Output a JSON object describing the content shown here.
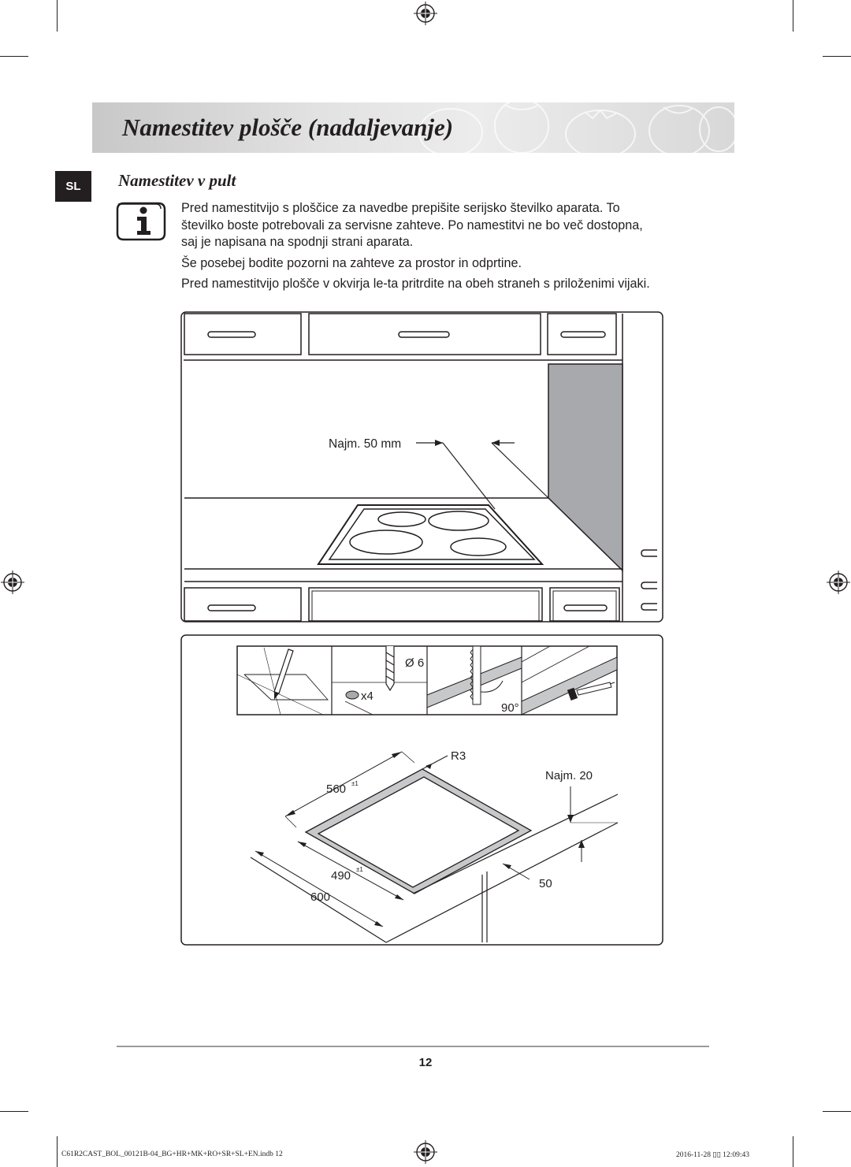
{
  "header": {
    "title": "Namestitev plošče (nadaljevanje)"
  },
  "section": {
    "lang_tab": "SL",
    "subtitle": "Namestitev v pult",
    "info_icon": "info-icon",
    "paragraphs": [
      {
        "lines": [
          "Pred namestitvijo s ploščice za navedbe prepišite serijsko številko aparata. To",
          "številko boste potrebovali za servisne zahteve. Po namestitvi ne bo več dostopna,",
          "saj je napisana na spodnji strani aparata."
        ]
      },
      {
        "lines": [
          "Še posebej bodite pozorni na zahteve za prostor in odprtine."
        ]
      },
      {
        "lines": [
          "Pred namestitvijo plošče v okvirja le-ta pritrdite na obeh straneh s priloženimi vijaki."
        ]
      }
    ]
  },
  "figure_top": {
    "clearance_label": "Najm. 50 mm"
  },
  "figure_bottom": {
    "steps": {
      "screws": "x4",
      "drill": "Ø 6",
      "angle": "90°"
    },
    "dims": {
      "radius": "R3",
      "depth_cut": "560",
      "depth_tol": "±1",
      "width_cut": "490",
      "width_tol": "±1",
      "worktop": "600",
      "min_gap": "Najm. 20",
      "edge": "50"
    }
  },
  "footer": {
    "page_number": "12",
    "file_info": "C61R2CAST_BOL_00121B-04_BG+HR+MK+RO+SR+SL+EN.indb   12",
    "date_info": "2016-11-28   ▯▯ 12:09:43"
  }
}
